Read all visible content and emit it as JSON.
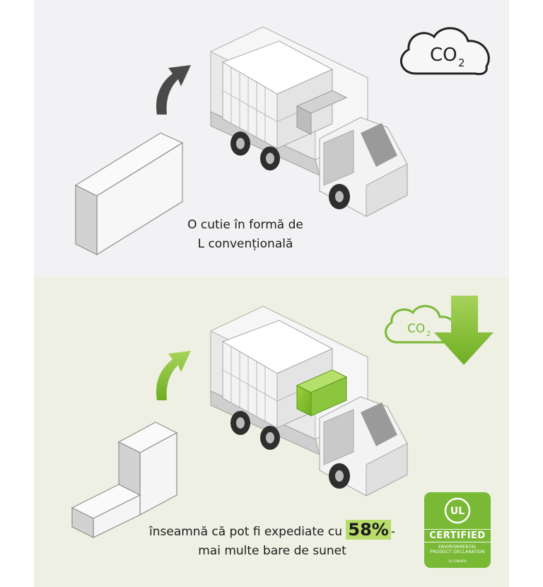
{
  "top_panel": {
    "caption_line1": "O cutie în formă de",
    "caption_line2": "L convențională",
    "co2_label": "CO",
    "co2_subscript": "2"
  },
  "bottom_panel": {
    "caption_prefix": "înseamnă că pot fi expediate cu",
    "caption_highlight": "58%",
    "caption_suffix": "-",
    "caption_line2": "mai multe bare de sunet",
    "co2_label": "CO",
    "co2_subscript": "2"
  },
  "badge": {
    "logo_text": "UL",
    "certified": "CERTIFIED",
    "line1": "ENVIRONMENTAL",
    "line2": "PRODUCT DECLARATION",
    "url": "UL.COM/EPD"
  },
  "colors": {
    "top_background": "#f2f2f4",
    "bottom_background": "#eef0e3",
    "accent_green": "#79b935",
    "highlight_green": "#b7dc6a",
    "arrow_dark": "#4a4a4a"
  },
  "icons": [
    "curved-arrow-icon",
    "co2-cloud-icon",
    "down-arrow-icon",
    "truck",
    "box"
  ]
}
